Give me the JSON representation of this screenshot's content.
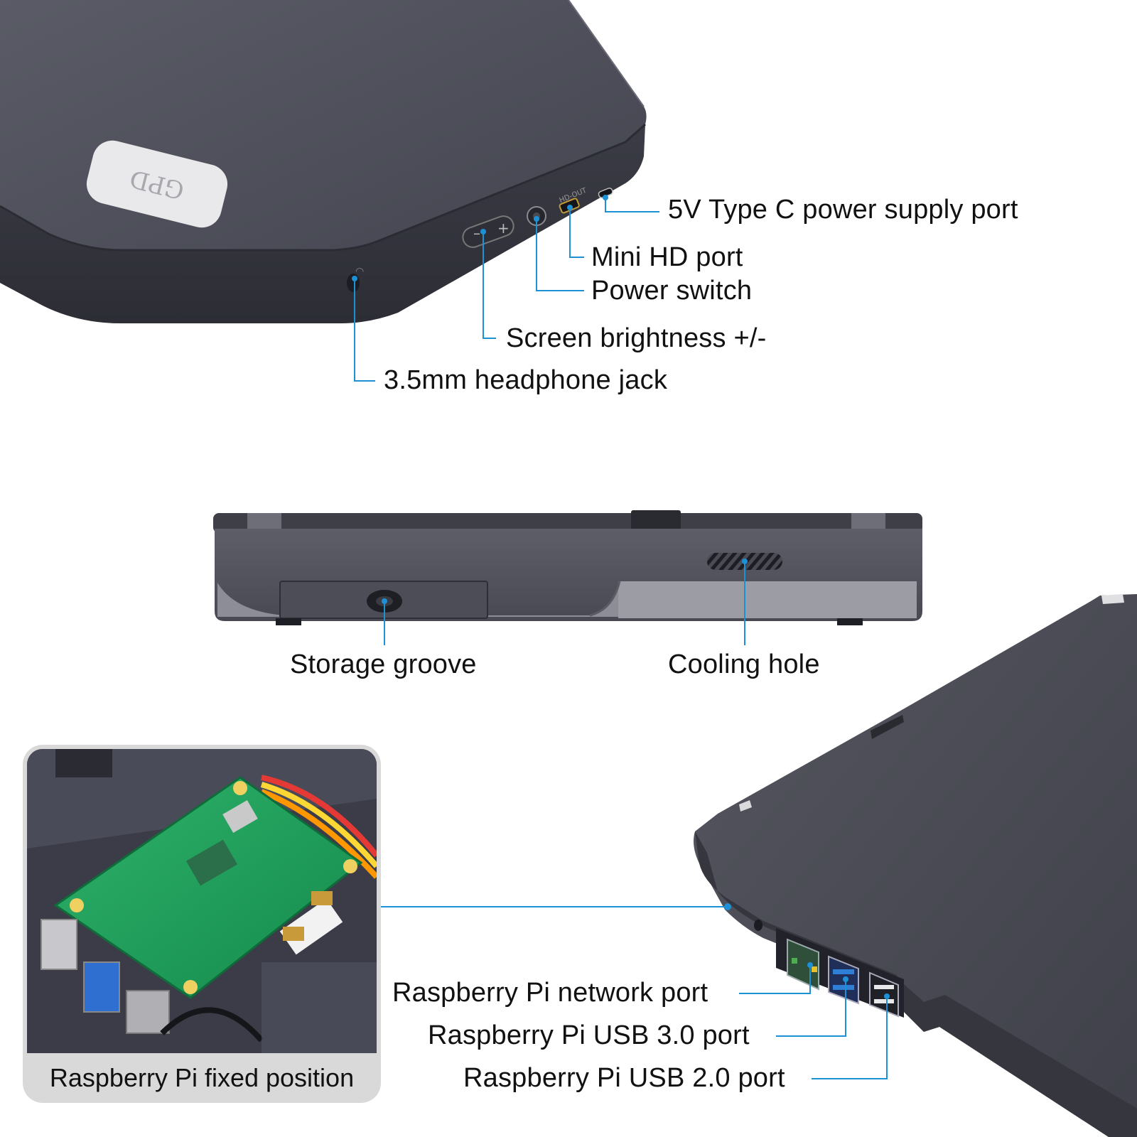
{
  "colors": {
    "accent_line": "#1e90d6",
    "device_body": "#4d4e59",
    "label_text": "#111111",
    "caption_bg": "#d9d9d9"
  },
  "logo_text": "GPD",
  "port_markings": {
    "hd_out": "HD-OUT"
  },
  "top_view": {
    "labels": {
      "power_port": "5V Type C power supply port",
      "mini_hd": "Mini HD port",
      "power_switch": "Power switch",
      "brightness": "Screen brightness +/-",
      "headphone": "3.5mm headphone jack"
    }
  },
  "side_view": {
    "labels": {
      "storage": "Storage groove",
      "cooling": "Cooling hole"
    }
  },
  "bottom_view": {
    "inset_caption": "Raspberry Pi fixed position",
    "labels": {
      "network": "Raspberry Pi network port",
      "usb3": "Raspberry Pi USB 3.0 port",
      "usb2": "Raspberry Pi USB 2.0 port"
    }
  }
}
